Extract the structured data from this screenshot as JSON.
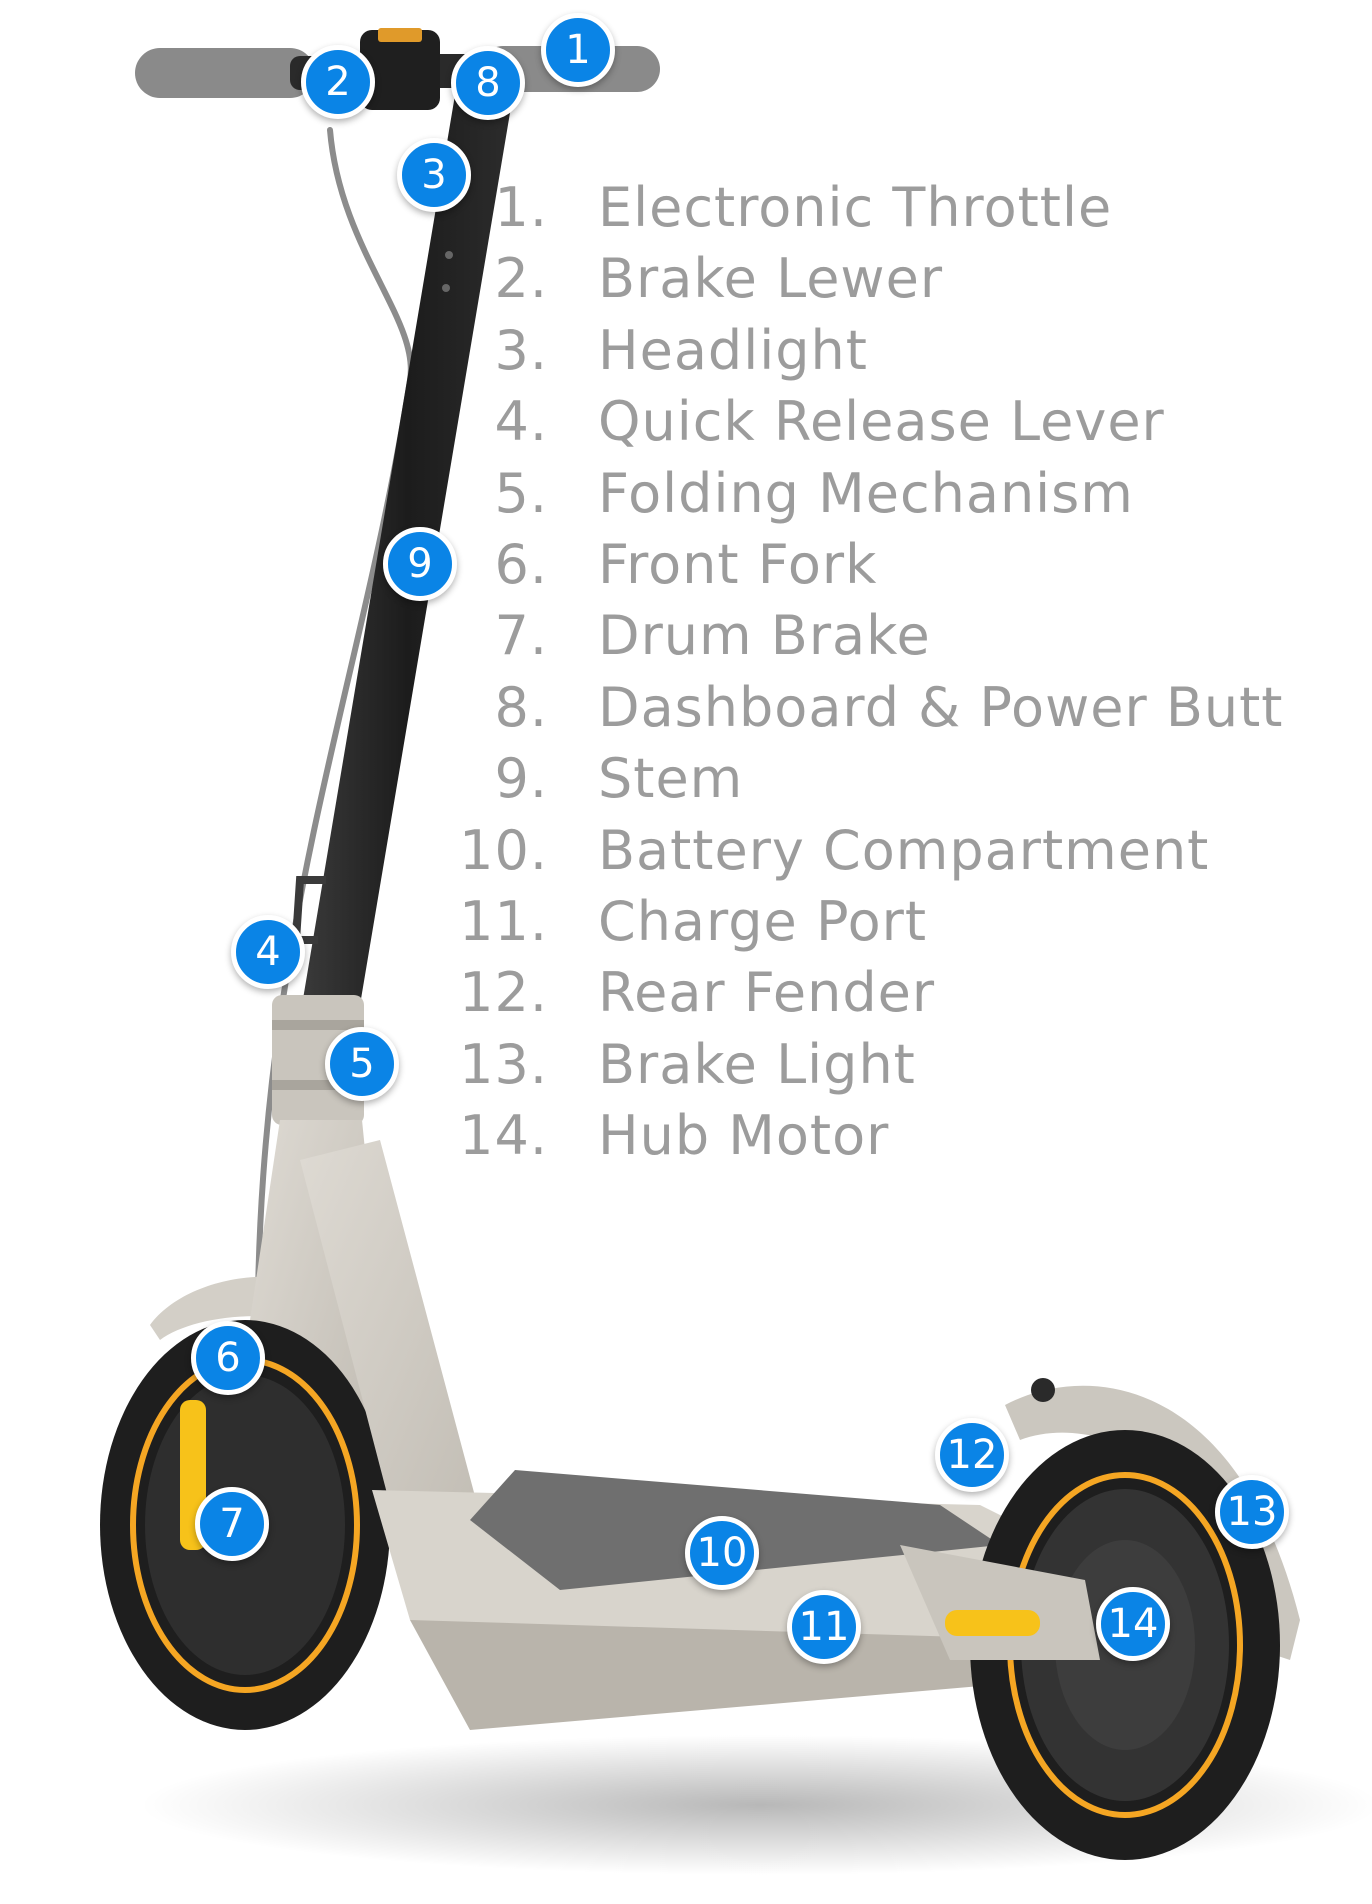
{
  "colors": {
    "callout": "#0a84e6",
    "callout_text": "#ffffff",
    "legend_text": "#9c9c9c",
    "frame": "#cfcbc3",
    "stem": "#242424",
    "tire": "#1e1e1e",
    "rim_accent": "#f5a623",
    "reflector": "#f7c21a",
    "deck_grip": "#6f6f6f"
  },
  "legend": [
    {
      "num": "1.",
      "label": "Electronic Throttle"
    },
    {
      "num": "2.",
      "label": "Brake Lewer"
    },
    {
      "num": "3.",
      "label": "Headlight"
    },
    {
      "num": "4.",
      "label": "Quick Release Lever"
    },
    {
      "num": "5.",
      "label": "Folding Mechanism"
    },
    {
      "num": "6.",
      "label": "Front Fork"
    },
    {
      "num": "7.",
      "label": "Drum Brake"
    },
    {
      "num": "8.",
      "label": "Dashboard & Power Butt"
    },
    {
      "num": "9.",
      "label": "Stem"
    },
    {
      "num": "10.",
      "label": "Battery Compartment"
    },
    {
      "num": "11.",
      "label": "Charge Port"
    },
    {
      "num": "12.",
      "label": "Rear Fender"
    },
    {
      "num": "13.",
      "label": "Brake Light"
    },
    {
      "num": "14.",
      "label": "Hub Motor"
    }
  ],
  "callouts": [
    "1",
    "2",
    "3",
    "4",
    "5",
    "6",
    "7",
    "8",
    "9",
    "10",
    "11",
    "12",
    "13",
    "14"
  ]
}
